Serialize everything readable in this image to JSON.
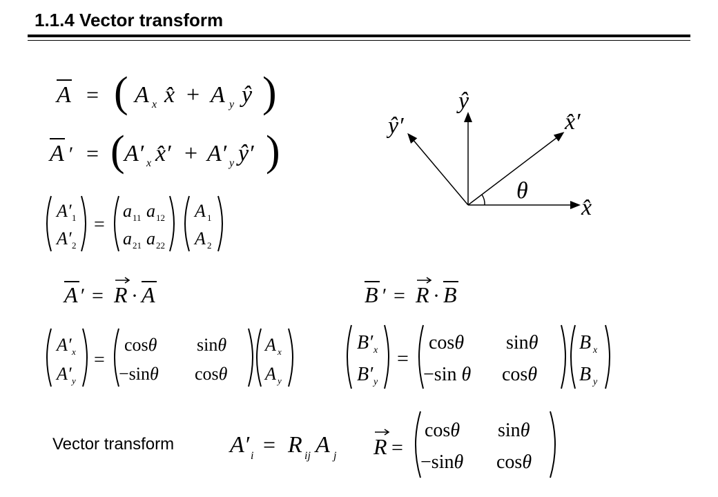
{
  "title": "1.1.4 Vector transform",
  "equations": {
    "eq1": {
      "lhs": "A",
      "rhs_a": "A",
      "rhs_a_sub": "x",
      "rhs_b": "A",
      "rhs_b_sub": "y"
    },
    "eq2": {
      "lhs": "A′",
      "rhs_a": "A′",
      "rhs_a_sub": "x",
      "rhs_b": "A′",
      "rhs_b_sub": "y"
    },
    "matrix_general": {
      "lhs": [
        "A′1",
        "A′2"
      ],
      "m": [
        "a11",
        "a12",
        "a21",
        "a22"
      ],
      "rhs": [
        "A1",
        "A2"
      ]
    },
    "rotation_a": "A′ = R · A",
    "rotation_b": "B′ = R · B",
    "matrix_a": {
      "lhs": [
        "A′x",
        "A′y"
      ],
      "rhs": [
        "Ax",
        "Ay"
      ]
    },
    "matrix_b": {
      "lhs": [
        "B′x",
        "B′y"
      ],
      "rhs": [
        "Bx",
        "By"
      ]
    },
    "rot_entries": [
      "cosθ",
      "sinθ",
      "−sinθ",
      "cosθ"
    ]
  },
  "caption": "Vector transform",
  "index_form": "A′i = Rij Aj",
  "axes": {
    "x": "x̂",
    "y": "ŷ",
    "xp": "x̂′",
    "yp": "ŷ′",
    "theta": "θ"
  }
}
